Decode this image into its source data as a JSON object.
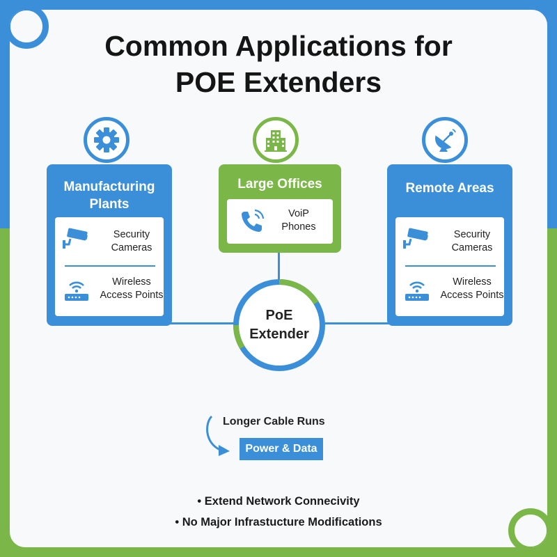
{
  "title": {
    "line1": "Common Applications for",
    "line2": "POE Extenders"
  },
  "icons": {
    "left": "gear-icon",
    "center": "building-icon",
    "right": "satellite-dish-icon"
  },
  "panels": {
    "manufacturing": {
      "title_line1": "Manufacturing",
      "title_line2": "Plants",
      "items": [
        {
          "icon": "security-camera-icon",
          "line1": "Security",
          "line2": "Cameras"
        },
        {
          "icon": "wireless-router-icon",
          "line1": "Wireless",
          "line2": "Access Points"
        }
      ]
    },
    "offices": {
      "title": "Large Offices",
      "items": [
        {
          "icon": "phone-icon",
          "line1": "VoiP",
          "line2": "Phones"
        }
      ]
    },
    "remote": {
      "title": "Remote Areas",
      "items": [
        {
          "icon": "security-camera-icon",
          "line1": "Security",
          "line2": "Cameras"
        },
        {
          "icon": "wireless-router-icon",
          "line1": "Wireless",
          "line2": "Access Points"
        }
      ]
    }
  },
  "hub": {
    "line1": "PoE",
    "line2": "Extender"
  },
  "cable": {
    "label": "Longer Cable Runs",
    "box_label": "Power & Data"
  },
  "bullets": [
    "• Extend Network Connecivity",
    "• No Major Infrastucture Modifications"
  ],
  "colors": {
    "blue": "#3a8fd8",
    "green": "#7ab648",
    "card": "#f7f9fa"
  }
}
